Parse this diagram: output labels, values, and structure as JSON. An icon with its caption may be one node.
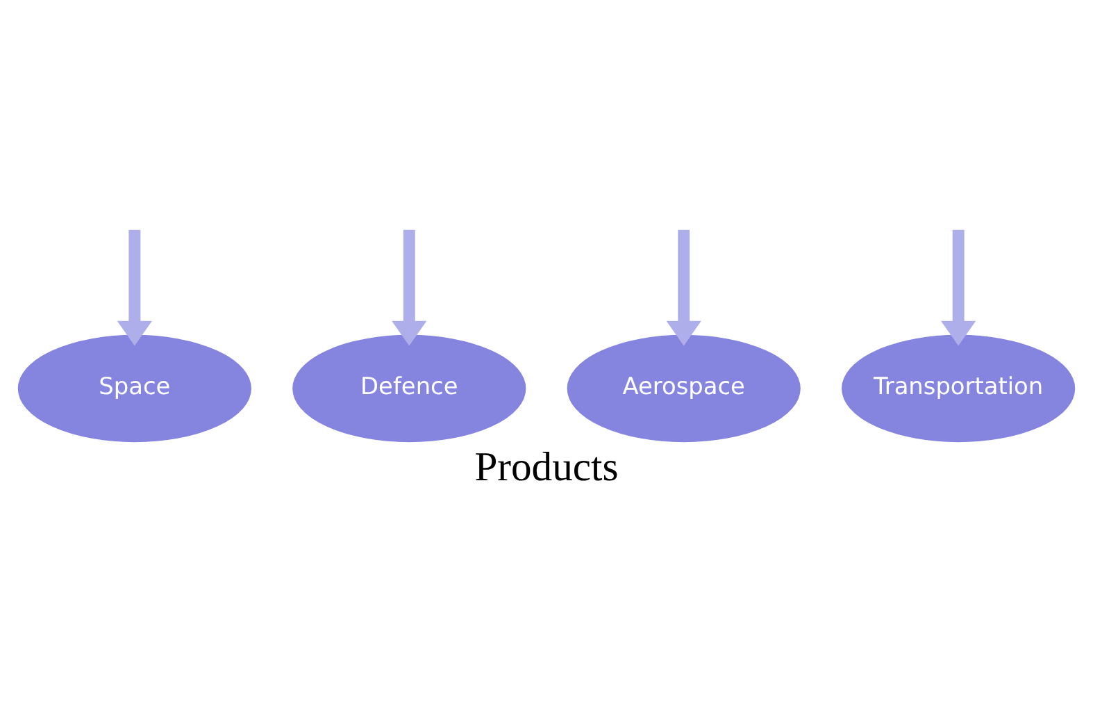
{
  "diagram": {
    "caption": "Products",
    "nodes": [
      {
        "text": [
          "Space"
        ]
      },
      {
        "text": [
          "Defence"
        ]
      },
      {
        "text": [
          "Aerospace"
        ]
      },
      {
        "text": [
          "Transportation"
        ]
      }
    ],
    "edges": [
      {
        "from": null,
        "to": 0,
        "arrow": "to"
      },
      {
        "from": null,
        "to": 2,
        "arrow": "to"
      },
      {
        "from": null,
        "to": 3,
        "arrow": "to"
      },
      {
        "from": null,
        "to": 1,
        "arrow": "to"
      }
    ]
  }
}
